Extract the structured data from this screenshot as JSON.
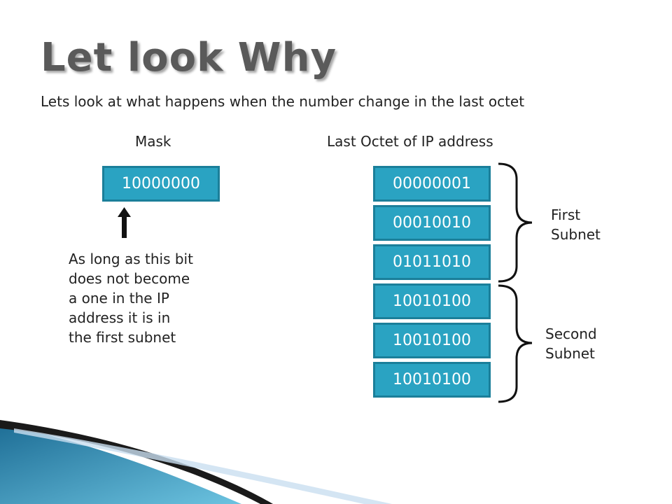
{
  "slide": {
    "title": "Let look Why",
    "subtitle": "Lets look at what happens when the number change in the last octet"
  },
  "mask": {
    "heading": "Mask",
    "value": "10000000",
    "note_lines": [
      "As long as this bit",
      "does not become",
      "a one in the IP",
      "address it is in",
      "the first subnet"
    ]
  },
  "ip": {
    "heading": "Last Octet of IP address",
    "values": [
      "00000001",
      "00010010",
      "01011010",
      "10010100",
      "10010100",
      "10010100"
    ]
  },
  "subnets": [
    {
      "lines": [
        "First",
        "Subnet"
      ]
    },
    {
      "lines": [
        "Second",
        "Subnet"
      ]
    }
  ],
  "colors": {
    "box_fill": "#2aa3c2",
    "box_border": "#1b7f9a",
    "title": "#5a5a5a"
  },
  "icons": [
    "up-arrow-icon",
    "curly-brace-icon",
    "swoosh-decoration"
  ]
}
